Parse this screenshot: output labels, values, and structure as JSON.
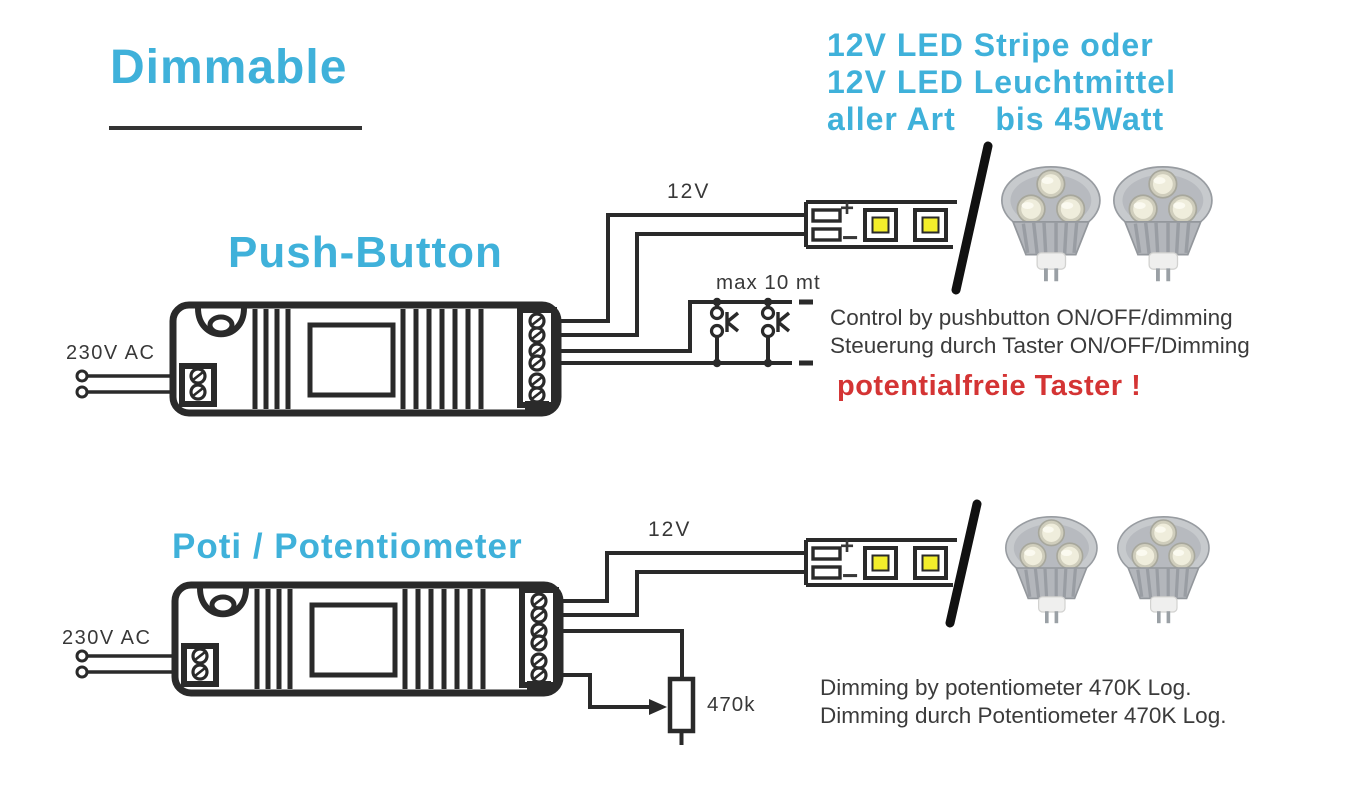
{
  "colors": {
    "accent_cyan": "#3fb1da",
    "warning_red": "#d43434",
    "line_ink": "#2a2a2a",
    "led_yellow": "#f3ee2b"
  },
  "header": {
    "title": "Dimmable",
    "lamp_note_lines": [
      "12V LED Stripe oder",
      "12V LED Leuchtmittel",
      "aller Art    bis 45Watt"
    ]
  },
  "push_button_section": {
    "heading": "Push-Button",
    "output_voltage_label": "12V",
    "mains_label": "230V AC",
    "wire_length_label": "max 10 mt",
    "polarity_plus": "+",
    "polarity_minus": "−",
    "note_lines": [
      "Control by pushbutton ON/OFF/dimming",
      "Steuerung durch Taster ON/OFF/Dimming"
    ],
    "warning": "potentialfreie Taster !"
  },
  "poti_section": {
    "heading": "Poti / Potentiometer",
    "output_voltage_label": "12V",
    "mains_label": "230V AC",
    "potentiometer_label": "470k",
    "polarity_plus": "+",
    "polarity_minus": "−",
    "note_lines": [
      "Dimming by potentiometer 470K Log.",
      "Dimming durch Potentiometer 470K Log."
    ]
  }
}
